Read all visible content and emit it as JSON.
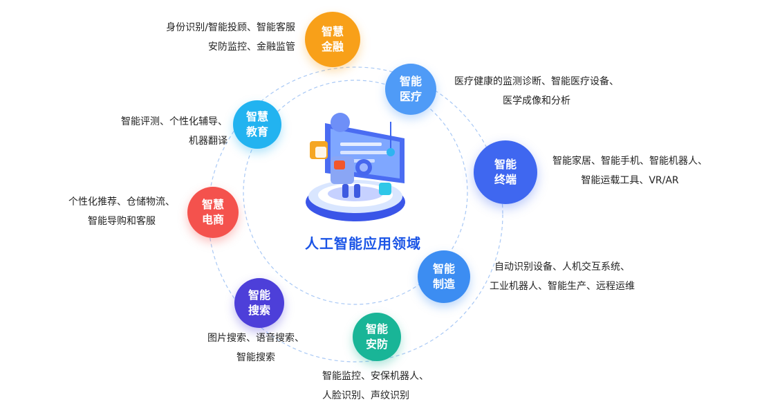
{
  "center_title": "人工智能应用领域",
  "colors": {
    "finance": "#f8a019",
    "medical": "#4f9bf7",
    "education": "#22b3f0",
    "terminal": "#3f67f0",
    "ecommerce": "#f4524d",
    "manufacturing": "#3c8df2",
    "search": "#4d3fd9",
    "security": "#19b597",
    "ring": "#a8c8f5",
    "title": "#1a54e6"
  },
  "nodes": {
    "finance": {
      "line1": "智慧",
      "line2": "金融",
      "desc1": "身份识别/智能投顾、智能客服",
      "desc2": "安防监控、金融监管"
    },
    "medical": {
      "line1": "智能",
      "line2": "医疗",
      "desc1": "医疗健康的监测诊断、智能医疗设备、",
      "desc2": "医学成像和分析"
    },
    "education": {
      "line1": "智慧",
      "line2": "教育",
      "desc1": "智能评测、个性化辅导、",
      "desc2": "机器翻译"
    },
    "terminal": {
      "line1": "智能",
      "line2": "终端",
      "desc1": "智能家居、智能手机、智能机器人、",
      "desc2": "智能运载工具、VR/AR"
    },
    "ecommerce": {
      "line1": "智慧",
      "line2": "电商",
      "desc1": "个性化推荐、仓储物流、",
      "desc2": "智能导购和客服"
    },
    "manufacturing": {
      "line1": "智能",
      "line2": "制造",
      "desc1": "自动识别设备、人机交互系统、",
      "desc2": "工业机器人、智能生产、远程运维"
    },
    "search": {
      "line1": "智能",
      "line2": "搜索",
      "desc1": "图片搜索、语音搜索、",
      "desc2": "智能搜索"
    },
    "security": {
      "line1": "智能",
      "line2": "安防",
      "desc1": "智能监控、安保机器人、",
      "desc2": "人脸识别、声纹识别"
    }
  }
}
